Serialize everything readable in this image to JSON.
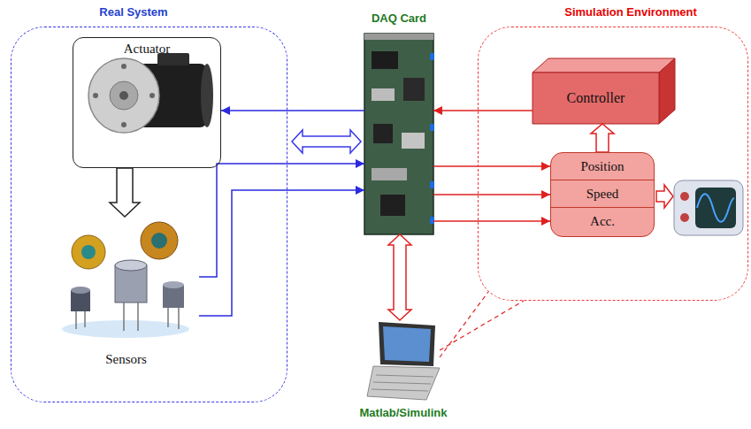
{
  "diagram": {
    "nodes": [
      {
        "text": [
          "Real System"
        ]
      },
      {
        "text": [
          "Actuator"
        ],
        "in": 0
      },
      {
        "text": [
          "Sensors"
        ],
        "in": 0
      },
      {
        "text": [
          "DAQ Card"
        ]
      },
      {
        "text": [
          "Matlab/Simulink"
        ]
      },
      {
        "text": [
          "Simulation Environment"
        ]
      },
      {
        "text": [
          "Controller"
        ],
        "in": 5
      },
      {
        "text": [
          "Position",
          "Speed",
          "Acc."
        ],
        "in": 5
      }
    ],
    "edges": [
      {
        "from": 3,
        "to": 1,
        "arrow": "to"
      },
      {
        "from": 1,
        "to": 2,
        "arrow": "to"
      },
      {
        "from": 2,
        "to": 3,
        "arrow": "to"
      },
      {
        "from": 2,
        "to": 3,
        "arrow": "to"
      },
      {
        "from": 3,
        "to": 4,
        "arrow": "both"
      },
      {
        "from": 6,
        "to": 3,
        "arrow": "to"
      },
      {
        "from": 3,
        "to": 7,
        "arrow": "to"
      },
      {
        "from": 3,
        "to": 7,
        "arrow": "to"
      },
      {
        "from": 3,
        "to": 7,
        "arrow": "to"
      },
      {
        "from": 7,
        "to": 6,
        "arrow": "to"
      }
    ]
  }
}
